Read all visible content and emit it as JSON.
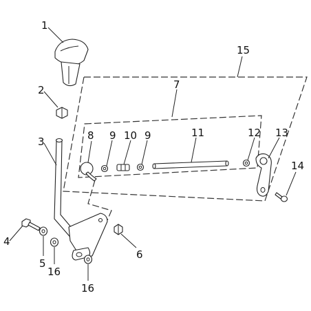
{
  "callouts": {
    "c1": "1",
    "c2": "2",
    "c3": "3",
    "c4": "4",
    "c5": "5",
    "c6": "6",
    "c7": "7",
    "c8": "8",
    "c9a": "9",
    "c9b": "9",
    "c10": "10",
    "c11": "11",
    "c12": "12",
    "c13": "13",
    "c14": "14",
    "c15": "15",
    "c16a": "16",
    "c16b": "16"
  },
  "colors": {
    "line": "#222222",
    "background": "#ffffff"
  }
}
